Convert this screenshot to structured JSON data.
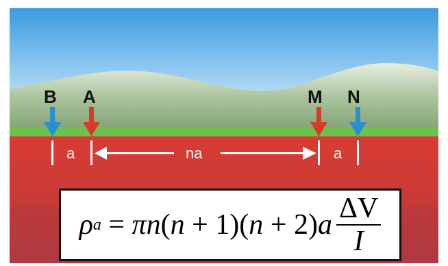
{
  "electrodes": {
    "B": {
      "label": "B",
      "color": "#2a8fd0"
    },
    "A": {
      "label": "A",
      "color": "#d63a2a"
    },
    "M": {
      "label": "M",
      "color": "#d63a2a"
    },
    "N": {
      "label": "N",
      "color": "#2a8fd0"
    }
  },
  "spacings": {
    "left_a": "a",
    "middle_na": "na",
    "right_a": "a"
  },
  "formula": {
    "rho": "ρ",
    "rho_sub": "a",
    "equals": " = ",
    "pi": "π",
    "n1": "n",
    "open1": "(",
    "n2": "n",
    "plus1": " + 1",
    "close1": ")",
    "open2": "(",
    "n3": "n",
    "plus2": " + 2",
    "close2": ")",
    "a": "a",
    "numerator": "ΔV",
    "denominator": "I"
  },
  "colors": {
    "sky_top": "#3a9be0",
    "sky_bottom": "#ffffff",
    "hills": "#8fae80",
    "grass": "#6cc24a",
    "ground_top": "#d43a32",
    "ground_bottom": "#b23844",
    "blue_arrow": "#2a8fd0",
    "red_arrow": "#d63a2a"
  }
}
